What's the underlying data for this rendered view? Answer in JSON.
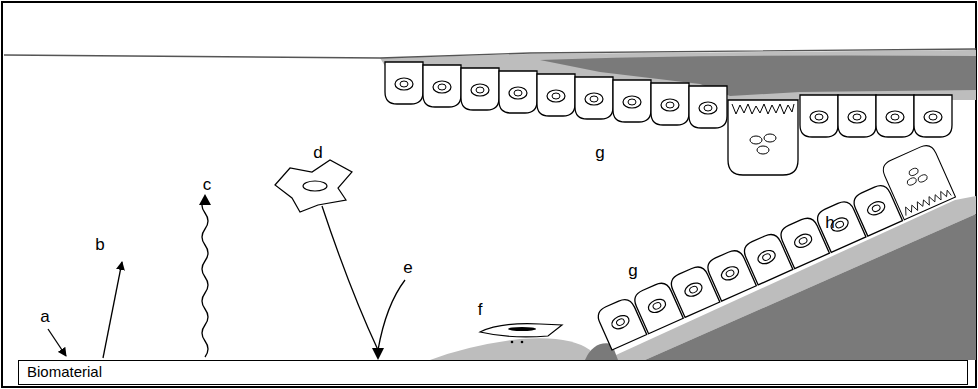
{
  "diagram": {
    "nodes": [
      {
        "text": [
          "Biomaterial"
        ]
      }
    ],
    "labels": [
      "a",
      "b",
      "c",
      "d",
      "e",
      "f",
      "g",
      "g",
      "h"
    ]
  }
}
